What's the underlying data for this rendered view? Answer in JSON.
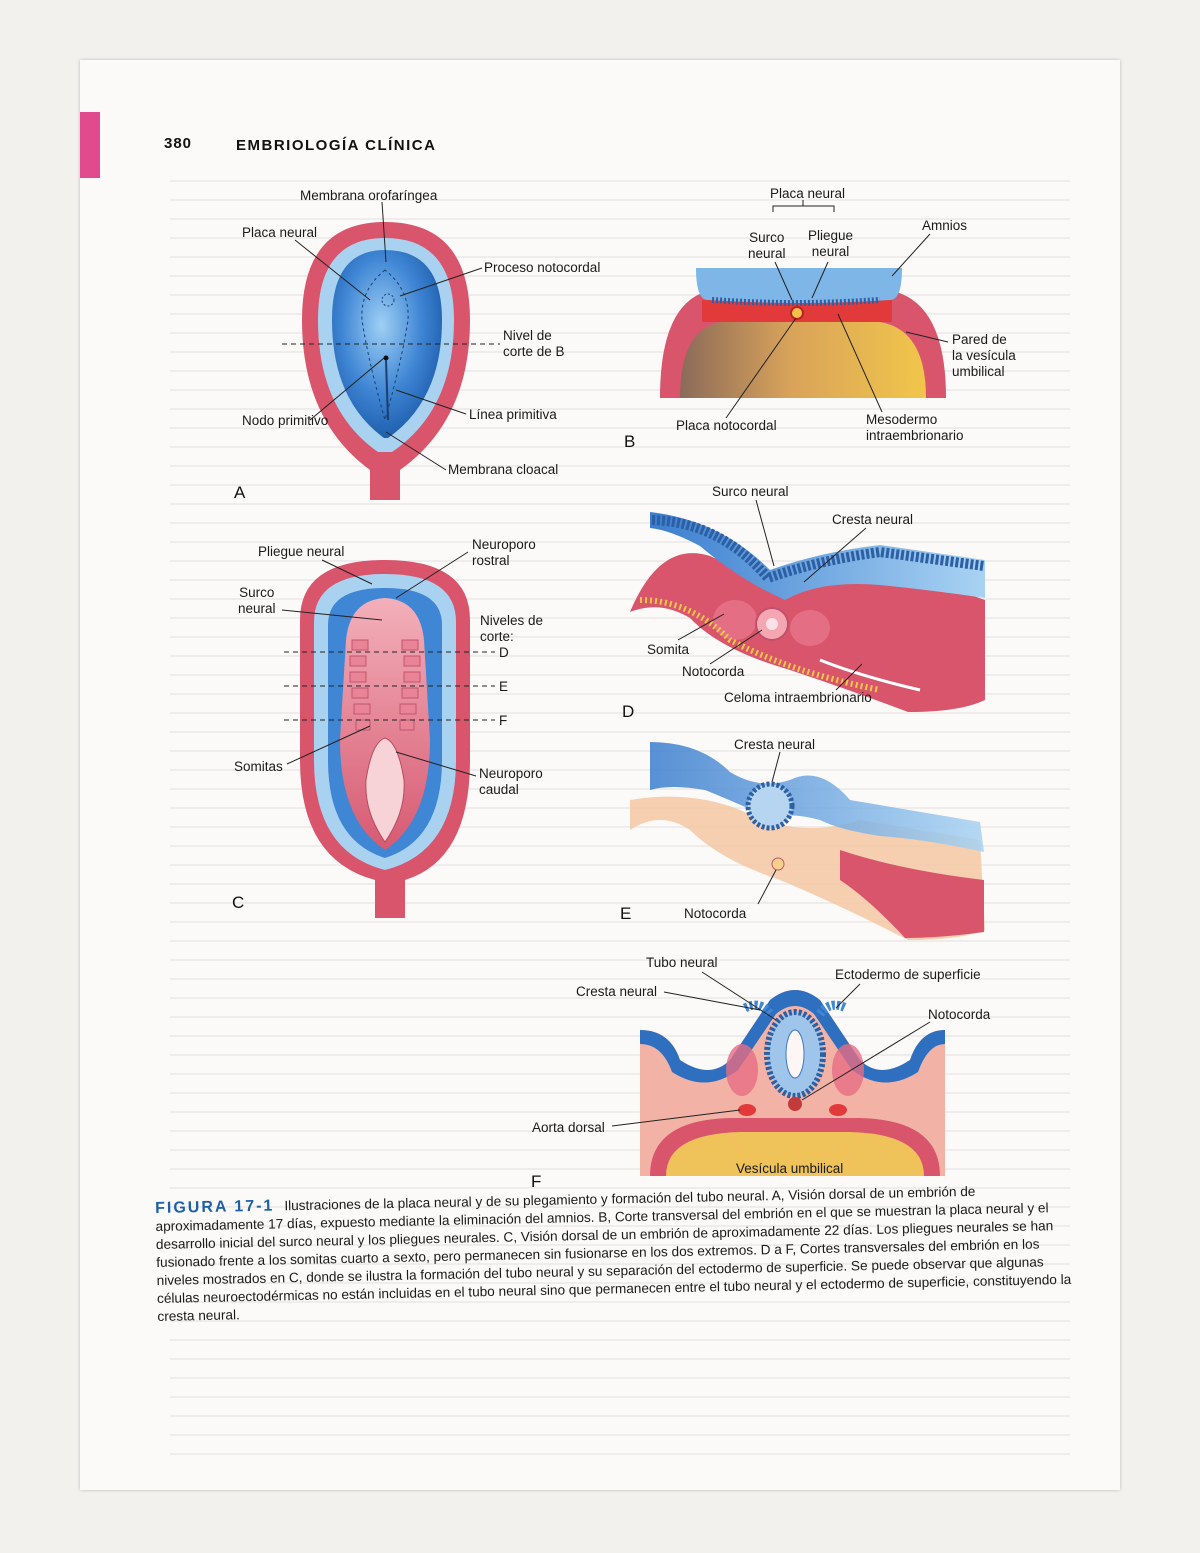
{
  "header": {
    "page_number": "380",
    "running_title": "EMBRIOLOGÍA CLÍNICA"
  },
  "panels": {
    "A": {
      "letter": "A",
      "labels": {
        "membrana_orofaringea": "Membrana orofaríngea",
        "placa_neural": "Placa neural",
        "proceso_notocordal": "Proceso notocordal",
        "nivel_corte": "Nivel de\ncorte de B",
        "nodo_primitivo": "Nodo primitivo",
        "linea_primitiva": "Línea primitiva",
        "membrana_cloacal": "Membrana cloacal"
      }
    },
    "B": {
      "letter": "B",
      "labels": {
        "placa_neural": "Placa neural",
        "surco_neural": "Surco\nneural",
        "pliegue_neural": "Pliegue\nneural",
        "amnios": "Amnios",
        "pared_vesicula": "Pared de\nla vesícula\numbilical",
        "placa_notocordal": "Placa notocordal",
        "mesodermo": "Mesodermo\nintraembrionario"
      }
    },
    "C": {
      "letter": "C",
      "labels": {
        "pliegue_neural": "Pliegue neural",
        "neuroporo_rostral": "Neuroporo\nrostral",
        "surco_neural": "Surco\nneural",
        "niveles_corte": "Niveles de\ncorte:",
        "level_d": "D",
        "level_e": "E",
        "level_f": "F",
        "somitas": "Somitas",
        "neuroporo_caudal": "Neuroporo\ncaudal"
      }
    },
    "D": {
      "letter": "D",
      "labels": {
        "surco_neural": "Surco neural",
        "cresta_neural": "Cresta neural",
        "somita": "Somita",
        "notocorda": "Notocorda",
        "celoma": "Celoma intraembrionario"
      }
    },
    "E": {
      "letter": "E",
      "labels": {
        "cresta_neural": "Cresta neural",
        "notocorda": "Notocorda"
      }
    },
    "F": {
      "letter": "F",
      "labels": {
        "tubo_neural": "Tubo neural",
        "ectodermo": "Ectodermo de superficie",
        "cresta_neural": "Cresta neural",
        "notocorda": "Notocorda",
        "aorta_dorsal": "Aorta dorsal",
        "vesicula_umbilical": "Vesícula umbilical"
      }
    }
  },
  "caption": {
    "figure_label": "FIGURA 17-1",
    "text": "Ilustraciones de la placa neural y de su plegamiento y formación del tubo neural. A, Visión dorsal de un embrión de aproximadamente 17 días, expuesto mediante la eliminación del amnios. B, Corte transversal del embrión en el que se muestran la placa neural y el desarrollo inicial del surco neural y los pliegues neurales. C, Visión dorsal de un embrión de aproximadamente 22 días. Los pliegues neurales se han fusionado frente a los somitas cuarto a sexto, pero permanecen sin fusionarse en los dos extremos. D a F, Cortes transversales del embrión en los niveles mostrados en C, donde se ilustra la formación del tubo neural y su separación del ectodermo de superficie. Se puede observar que algunas células neuroectodérmicas no están incluidas en el tubo neural sino que permanecen entre el tubo neural y el ectodermo de superficie, constituyendo la cresta neural."
  },
  "colors": {
    "accent_tab": "#e14b8d",
    "figure_label": "#1d5fa8",
    "tissue_pink": "#d9556b",
    "neural_blue": "#3f86d4",
    "yolk_yellow": "#e8b84a"
  }
}
